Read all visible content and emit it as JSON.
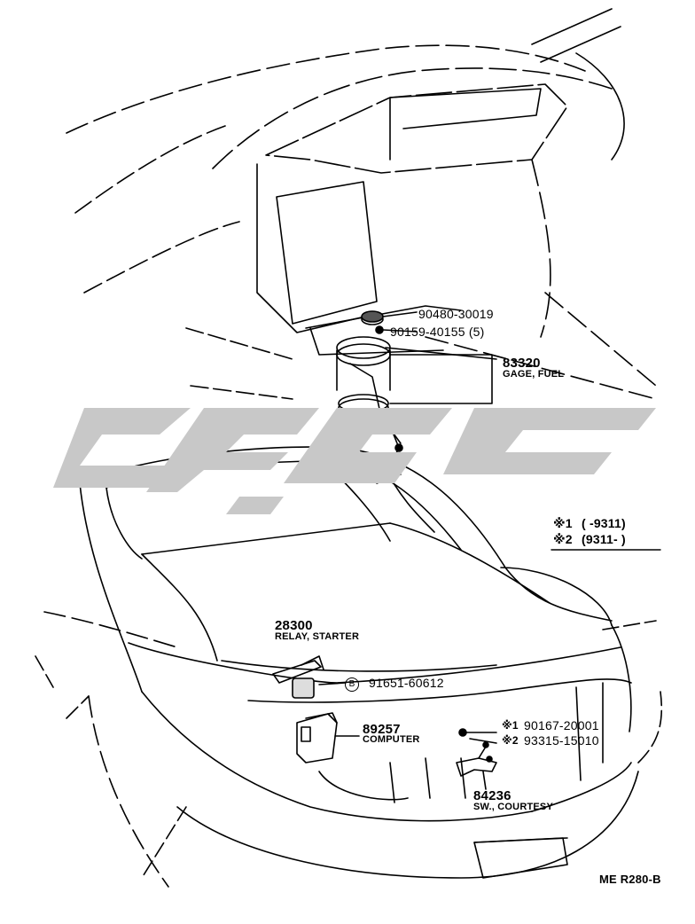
{
  "watermark": {
    "color": "#c8c8c8",
    "shape_name": "brand-watermark"
  },
  "parts": [
    {
      "id": "p1",
      "number": "90480-30019",
      "description": ""
    },
    {
      "id": "p2",
      "number": "90159-40155 (5)",
      "description": ""
    },
    {
      "id": "p3",
      "number": "83320",
      "description": "GAGE, FUEL"
    },
    {
      "id": "p4",
      "number": "28300",
      "description": "RELAY, STARTER"
    },
    {
      "id": "p5",
      "number": "91651-60612",
      "description": "",
      "marker": "B"
    },
    {
      "id": "p6",
      "number": "89257",
      "description": "COMPUTER"
    },
    {
      "id": "p7",
      "number": "90167-20001",
      "description": "",
      "marker": "※1"
    },
    {
      "id": "p8",
      "number": "93315-15010",
      "description": "",
      "marker": "※2"
    },
    {
      "id": "p9",
      "number": "84236",
      "description": "SW., COURTESY"
    }
  ],
  "legend": {
    "row1_mark": "※1",
    "row1_range": "(      -9311)",
    "row2_mark": "※2",
    "row2_range": "(9311-       )"
  },
  "footer": {
    "code": "ME  R280-B"
  }
}
